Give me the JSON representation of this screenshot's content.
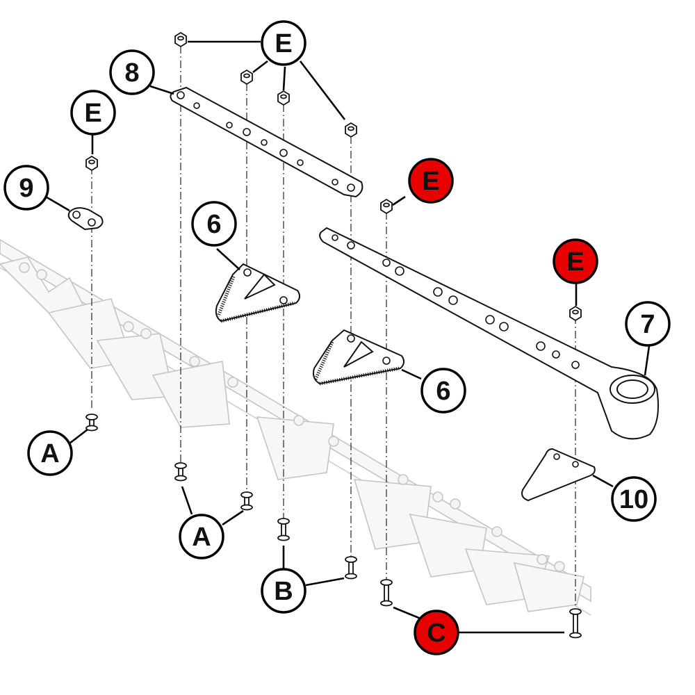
{
  "callouts": {
    "e_top": "E",
    "e_left": "E",
    "e_red_upper": "E",
    "e_red_lower": "E",
    "n8": "8",
    "n9": "9",
    "n6_upper": "6",
    "n6_lower": "6",
    "n7": "7",
    "n10": "10",
    "a_left": "A",
    "a_bottom": "A",
    "b": "B",
    "c_red": "C"
  },
  "colors": {
    "highlight": "#e60000",
    "normal": "#ffffff",
    "outline": "#000000"
  }
}
